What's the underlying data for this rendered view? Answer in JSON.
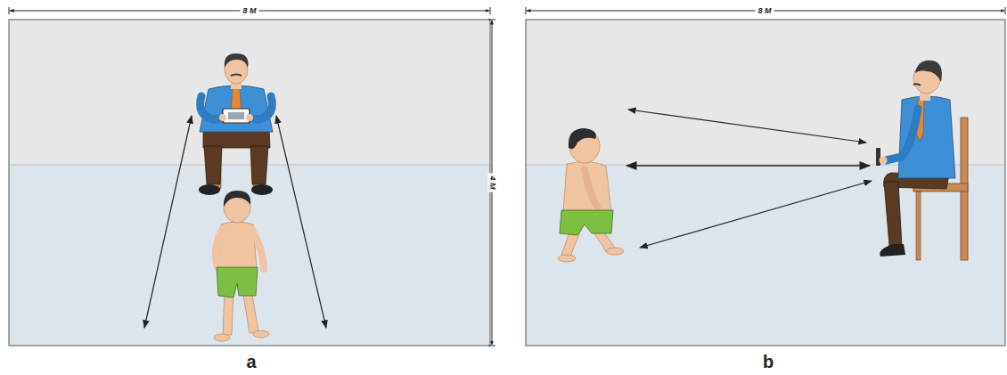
{
  "diagram": {
    "labels": [
      "8 M",
      "4 M",
      "a",
      "8 M",
      "b"
    ]
  }
}
